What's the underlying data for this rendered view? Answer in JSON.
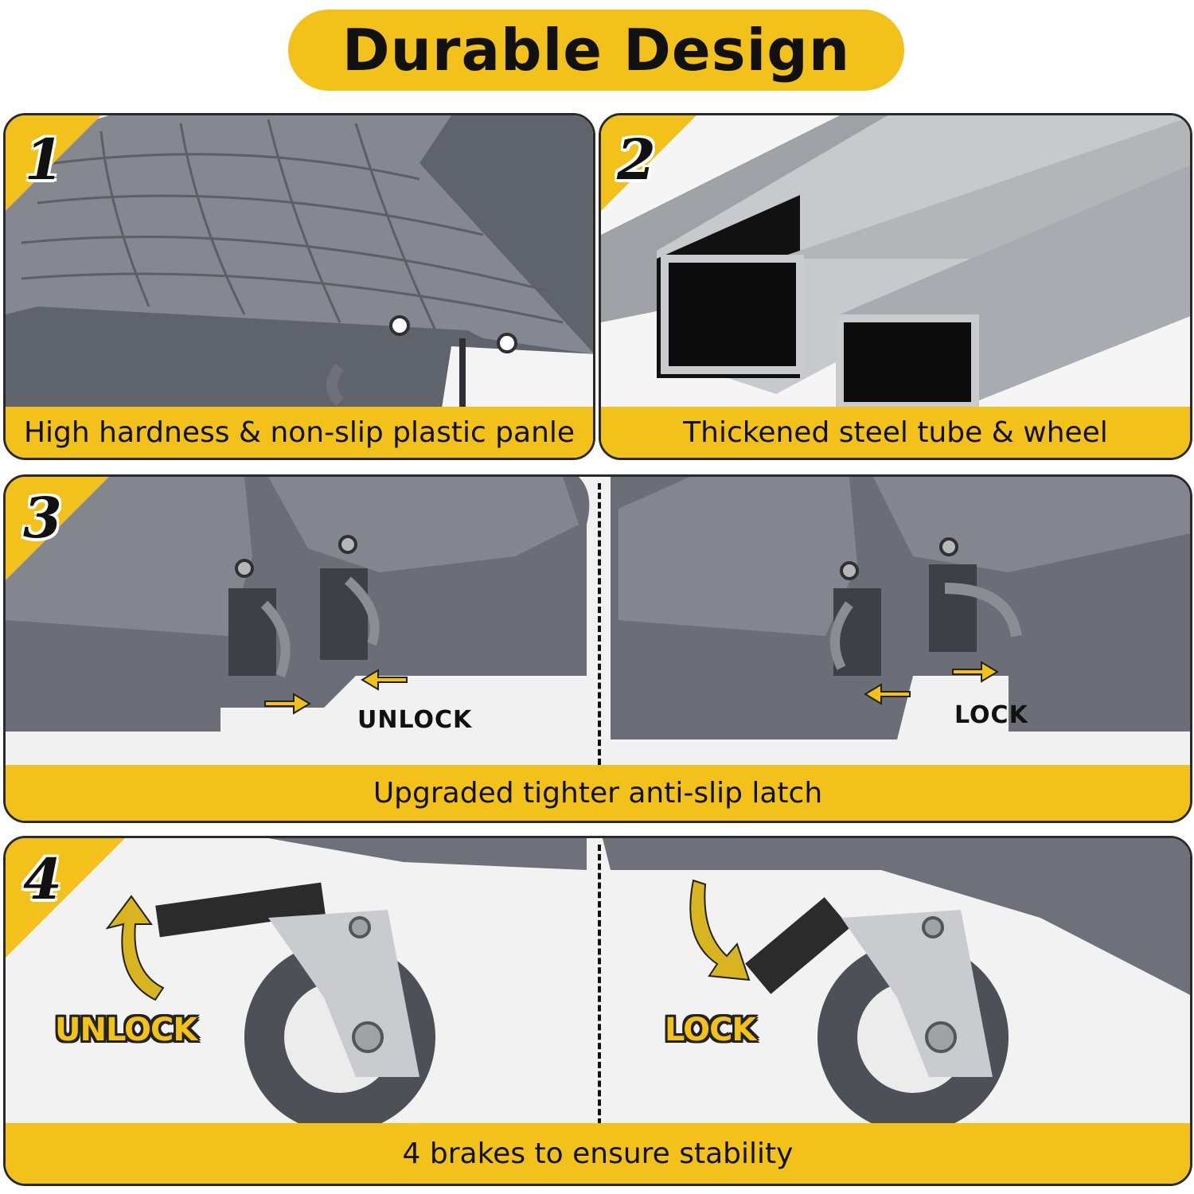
{
  "title": "Durable Design",
  "panels": [
    {
      "number": "1",
      "caption": "High hardness & non-slip plastic panle"
    },
    {
      "number": "2",
      "caption": "Thickened steel tube & wheel"
    },
    {
      "number": "3",
      "caption": "Upgraded tighter anti-slip latch",
      "left_label": "UNLOCK",
      "right_label": "LOCK"
    },
    {
      "number": "4",
      "caption": "4 brakes to ensure stability",
      "left_label": "UNLOCK",
      "right_label": "LOCK"
    }
  ],
  "colors": {
    "accent": "#f2c21a",
    "plastic": "#6e7179",
    "steel": "#b9bcc0",
    "outline": "#2a2a2a"
  },
  "icons": [
    "arrow-left-icon",
    "arrow-right-icon",
    "curved-arrow-up-icon",
    "curved-arrow-down-icon"
  ]
}
